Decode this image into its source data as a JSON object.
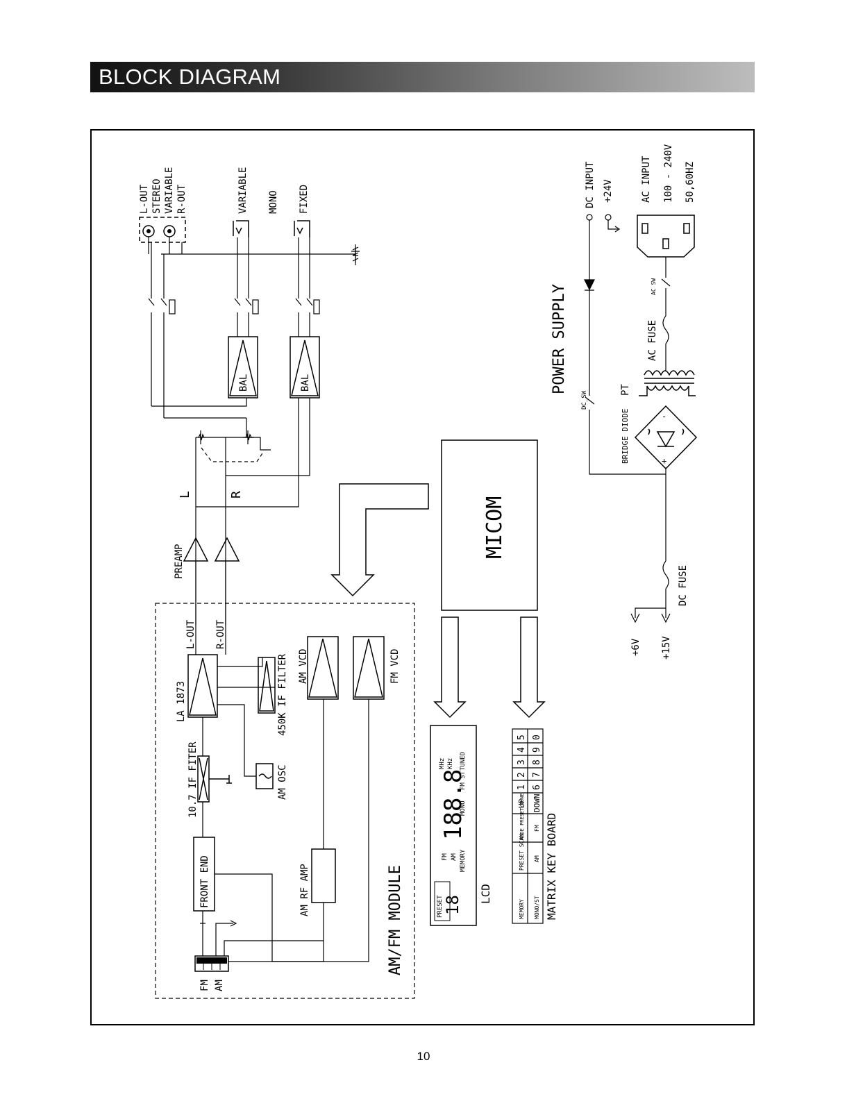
{
  "header": {
    "title": "BLOCK DIAGRAM"
  },
  "page_number": "10",
  "outputs": {
    "stereo_labels": [
      "L-OUT",
      "STEREO",
      "VARIABLE",
      "R-OUT"
    ],
    "variable": "VARIABLE",
    "mono": "MONO",
    "fixed": "FIXED"
  },
  "bal1": "BAL",
  "bal2": "BAL",
  "channels": {
    "left": "L",
    "right": "R"
  },
  "preamp": "PREAMP",
  "micom": "MICOM",
  "module": {
    "title": "AM/FM MODULE",
    "l_out": "L-OUT",
    "r_out": "R-OUT",
    "la1873": "LA 1873",
    "if_filter_450k": "450K IF FILTER",
    "am_vcd": "AM VCD",
    "fm_vcd": "FM VCD",
    "if_filter_107": "10.7 IF FITER",
    "am_osc": "AM OSC",
    "front_end": "FRONT END",
    "am_rf_amp": "AM RF AMP",
    "antenna_fm": "FM",
    "antenna_am": "AM"
  },
  "power": {
    "title": "POWER SUPPLY",
    "dc_input": "DC INPUT",
    "dc_input_v": "+24V",
    "ac_input": "AC INPUT",
    "ac_range": "100  -  240V",
    "ac_freq": "50,60HZ",
    "ac_sw": "AC SW",
    "ac_fuse": "AC FUSE",
    "pt": "PT",
    "bridge_diode": "BRIDGE DIODE",
    "dc_sw": "DC_SW",
    "dc_fuse": "DC FUSE",
    "out_6v": "+6V",
    "out_15v": "+15V"
  },
  "lcd": {
    "label": "LCD",
    "preset": "PRESET",
    "preset_digits": "18",
    "freq_digits": "188.8",
    "fm": "FM",
    "am": "AM",
    "memory": "MEMORY",
    "mono": "MONO",
    "fm_st": "FM ST",
    "tuned": "TUNED",
    "mhz": "MHz",
    "khz": "KHz"
  },
  "keyboard": {
    "label": "MATRIX KEY BOARD",
    "row1": [
      "MEMORY",
      "PRESET SCAN",
      "MODE PRESET/TUNE",
      "UP",
      "1",
      "2",
      "3",
      "4",
      "5"
    ],
    "row2": [
      "MONO/ST",
      "AM",
      "FM",
      "DOWN",
      "6",
      "7",
      "8",
      "9",
      "0"
    ]
  }
}
